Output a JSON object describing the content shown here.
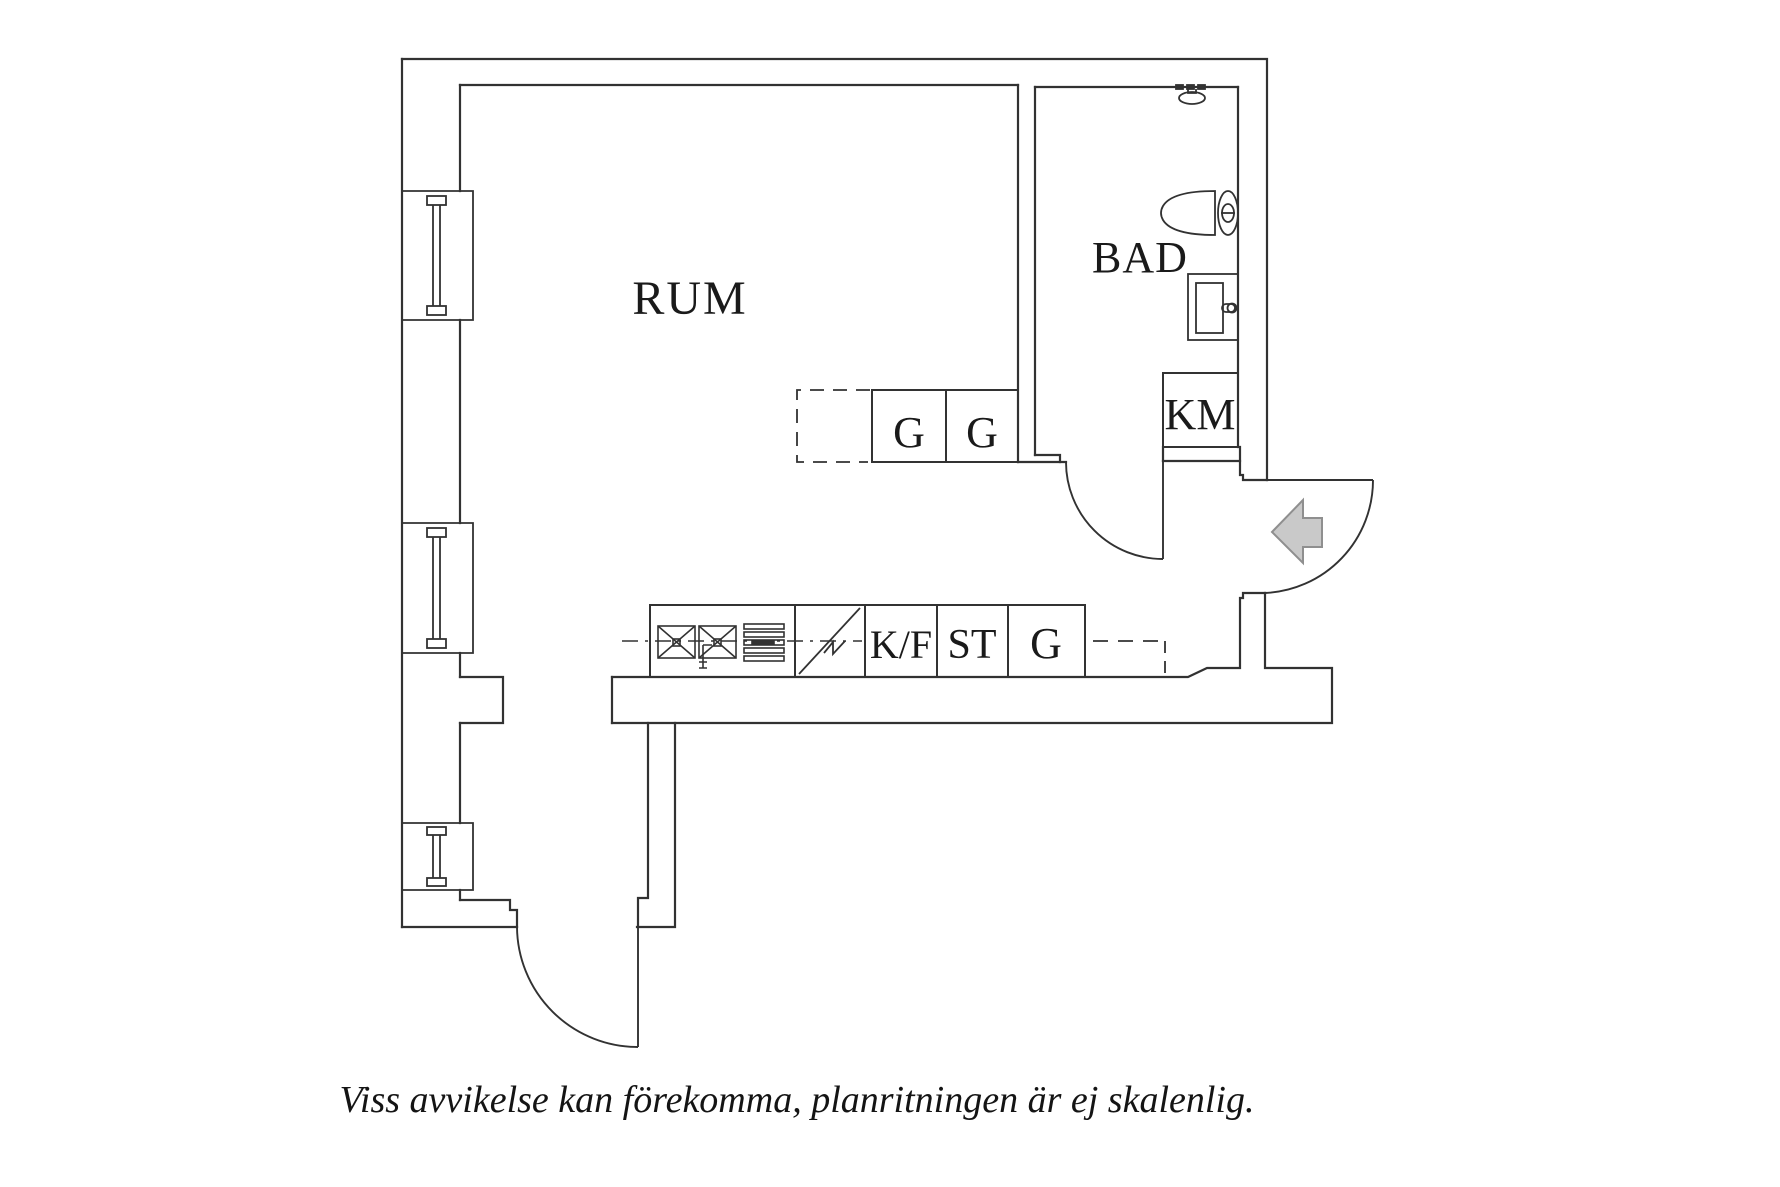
{
  "labels": {
    "main_room": "RUM",
    "bathroom": "BAD",
    "washing_machine": "KM",
    "wardrobe_1": "G",
    "wardrobe_2": "G",
    "fridge_freezer": "K/F",
    "cleaning_cabinet": "ST",
    "wardrobe_3": "G"
  },
  "caption": "Viss avvikelse kan förekomma, planritningen är ej skalenlig.",
  "colors": {
    "line": "#323232",
    "text": "#1a1a1a",
    "arrow_fill": "#c9c9c9",
    "arrow_stroke": "#8f8f8f",
    "background": "#ffffff"
  }
}
